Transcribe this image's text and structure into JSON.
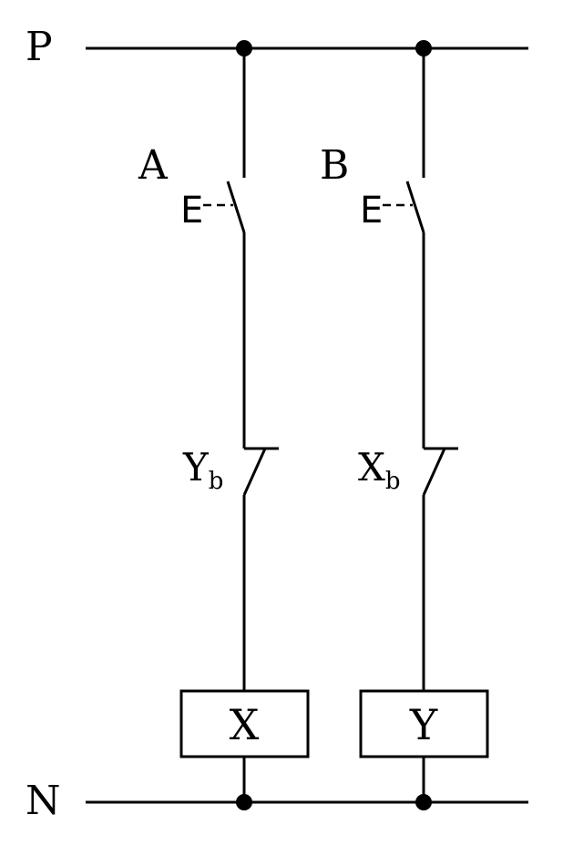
{
  "rails": {
    "top_label": "P",
    "bottom_label": "N"
  },
  "rungs": [
    {
      "pushbutton_label": "A",
      "pushbutton_marker": "E",
      "interlock_contact_label": "Y",
      "interlock_contact_subscript": "b",
      "coil_label": "X"
    },
    {
      "pushbutton_label": "B",
      "pushbutton_marker": "E",
      "interlock_contact_label": "X",
      "interlock_contact_subscript": "b",
      "coil_label": "Y"
    }
  ],
  "colors": {
    "stroke": "#000000",
    "background": "#ffffff"
  }
}
